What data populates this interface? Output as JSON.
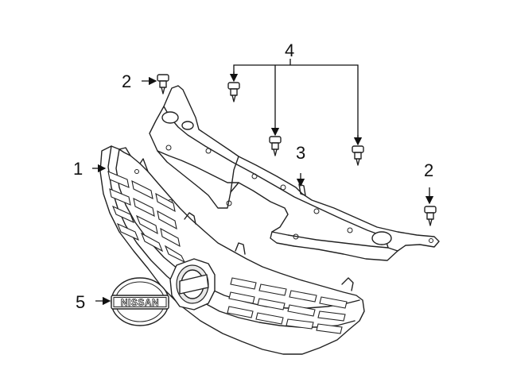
{
  "callouts": [
    {
      "id": "1",
      "label": "1"
    },
    {
      "id": "2a",
      "label": "2"
    },
    {
      "id": "2b",
      "label": "2"
    },
    {
      "id": "3",
      "label": "3"
    },
    {
      "id": "4",
      "label": "4"
    },
    {
      "id": "5",
      "label": "5"
    }
  ],
  "emblem": {
    "text": "NISSAN"
  }
}
